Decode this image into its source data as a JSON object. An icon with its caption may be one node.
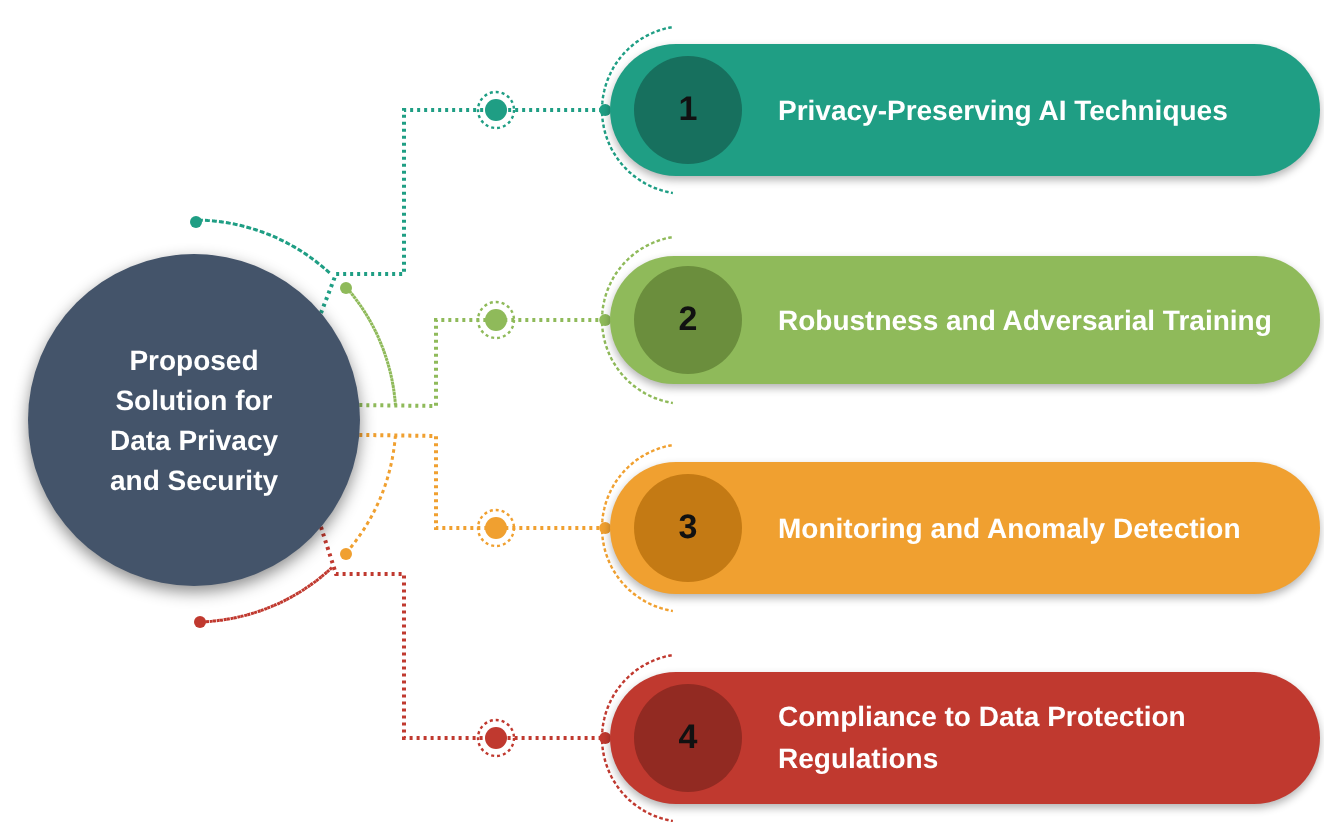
{
  "diagram": {
    "nodes": [
      {
        "text": [
          "Proposed Solution for Data Privacy and Security"
        ]
      },
      {
        "text": [
          "1",
          "Privacy-Preserving AI Techniques"
        ]
      },
      {
        "text": [
          "2",
          "Robustness and Adversarial Training"
        ]
      },
      {
        "text": [
          "3",
          "Monitoring and Anomaly Detection"
        ]
      },
      {
        "text": [
          "4",
          "Compliance to Data Protection Regulations"
        ]
      }
    ],
    "edges": [
      {
        "from": 0,
        "to": 1,
        "arrow": "other",
        "style": "dashed",
        "color": "#1f9e84"
      },
      {
        "from": 0,
        "to": 2,
        "arrow": "other",
        "style": "dashed",
        "color": "#8fba5a"
      },
      {
        "from": 0,
        "to": 3,
        "arrow": "other",
        "style": "dashed",
        "color": "#f0a030"
      },
      {
        "from": 0,
        "to": 4,
        "arrow": "other",
        "style": "dashed",
        "color": "#c0392f"
      }
    ]
  }
}
